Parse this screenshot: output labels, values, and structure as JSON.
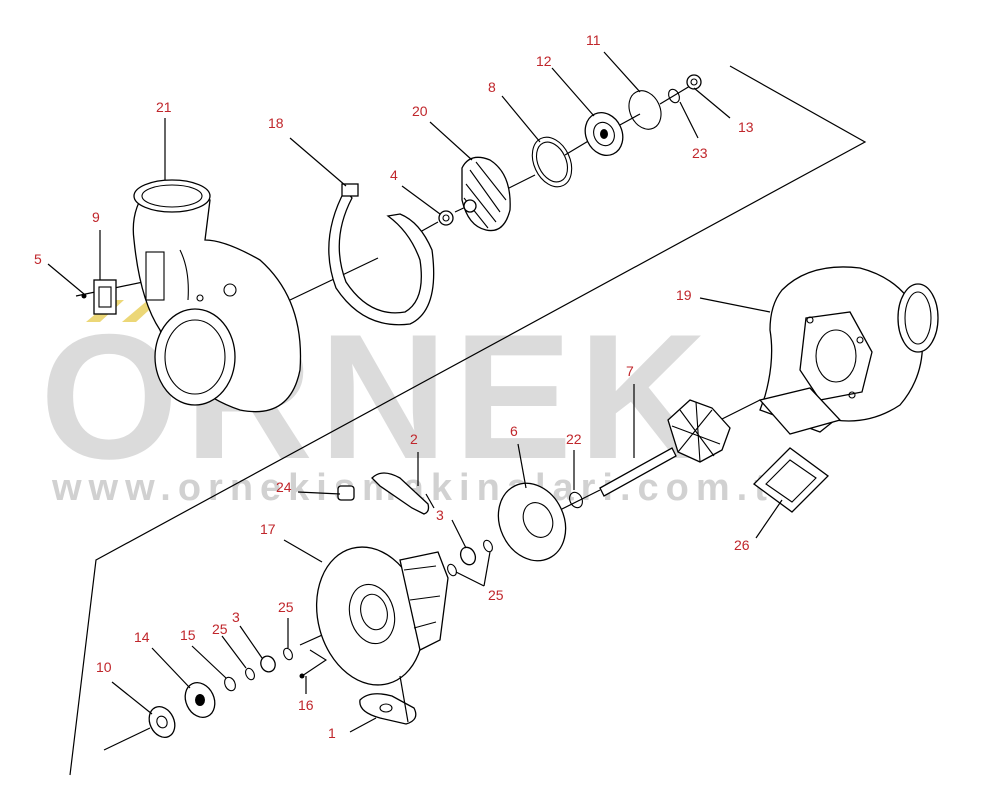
{
  "watermark": {
    "brand": "ORNEK",
    "url": "www.ornekismakinalari.com.tr"
  },
  "colors": {
    "callout": "#c0262b",
    "watermark": "#bdbdbd",
    "line": "#000000"
  },
  "callouts": {
    "n1": "1",
    "n2": "2",
    "n3a": "3",
    "n3b": "3",
    "n4": "4",
    "n5": "5",
    "n6": "6",
    "n7": "7",
    "n8": "8",
    "n9": "9",
    "n10": "10",
    "n11": "11",
    "n12": "12",
    "n13": "13",
    "n14": "14",
    "n15": "15",
    "n16": "16",
    "n17": "17",
    "n18": "18",
    "n19": "19",
    "n20": "20",
    "n21": "21",
    "n22": "22",
    "n23": "23",
    "n24": "24",
    "n25a": "25",
    "n25b": "25",
    "n25c": "25",
    "n26": "26"
  }
}
